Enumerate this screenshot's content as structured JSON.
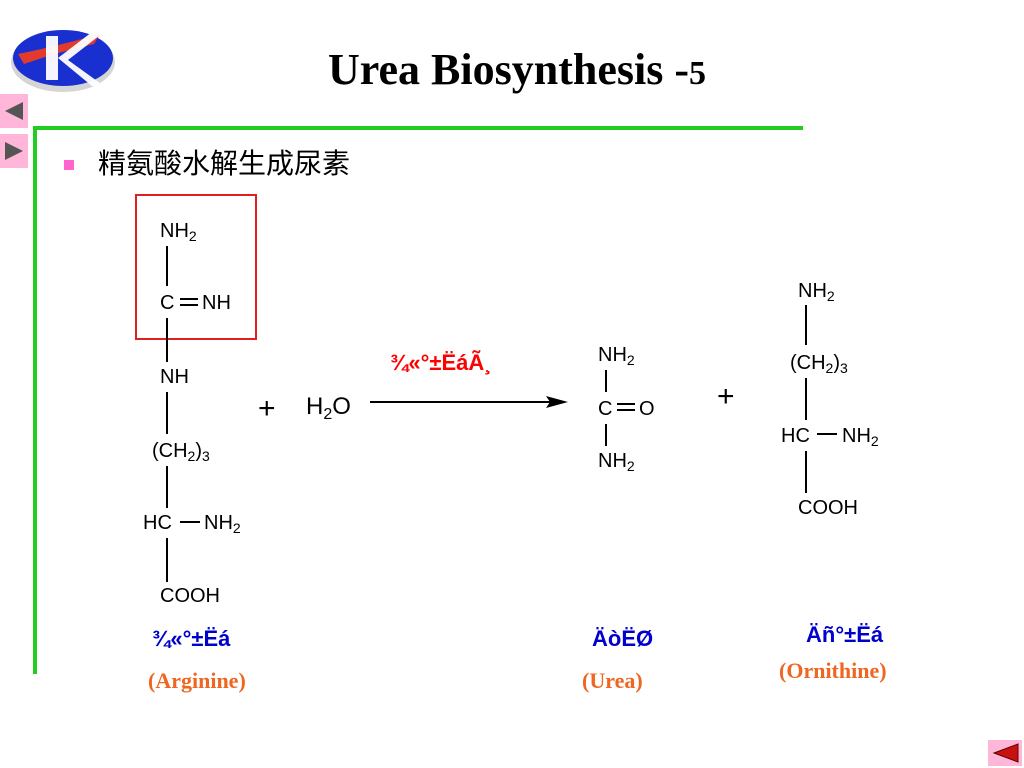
{
  "header": {
    "title_main": "Urea Biosynthesis -",
    "title_num": "5"
  },
  "nav": {
    "prev_icon": "left-triangle",
    "next_icon": "right-triangle",
    "return_icon": "back-triangle"
  },
  "bullet": {
    "text": "精氨酸水解生成尿素"
  },
  "arginine": {
    "nh2_top": "NH",
    "nh2_top_sub": "2",
    "c": "C",
    "nh_side": "NH",
    "nh": "NH",
    "ch2_open": "(CH",
    "ch2_sub": "2",
    "ch2_close": ")",
    "ch2_count": "3",
    "hc": "HC",
    "nh2_side": "NH",
    "nh2_side_sub": "2",
    "cooh": "COOH",
    "cn_label": "¾«°±Ëá",
    "en_label": "(Arginine)"
  },
  "reaction": {
    "plus1": "+",
    "h2o_h": "H",
    "h2o_sub": "2",
    "h2o_o": "O",
    "enzyme": "¾«°±ËáÃ¸",
    "plus2": "+"
  },
  "urea": {
    "nh2_top": "NH",
    "nh2_top_sub": "2",
    "c": "C",
    "o": "O",
    "nh2_bottom": "NH",
    "nh2_bottom_sub": "2",
    "cn_label": "ÄòËØ",
    "en_label": "(Urea)"
  },
  "ornithine": {
    "nh2_top": "NH",
    "nh2_top_sub": "2",
    "ch2_open": "(CH",
    "ch2_sub": "2",
    "ch2_close": ")",
    "ch2_count": "3",
    "hc": "HC",
    "nh2_side": "NH",
    "nh2_side_sub": "2",
    "cooh": "COOH",
    "cn_label": "Äñ°±Ëá",
    "en_label": "(Ornithine)"
  },
  "colors": {
    "accent_green": "#22cc22",
    "bullet_pink": "#ff66cc",
    "label_blue": "#0000cc",
    "label_orange": "#ee6622",
    "enzyme_red": "#ff0000",
    "nav_pink": "#ffb6d8"
  }
}
